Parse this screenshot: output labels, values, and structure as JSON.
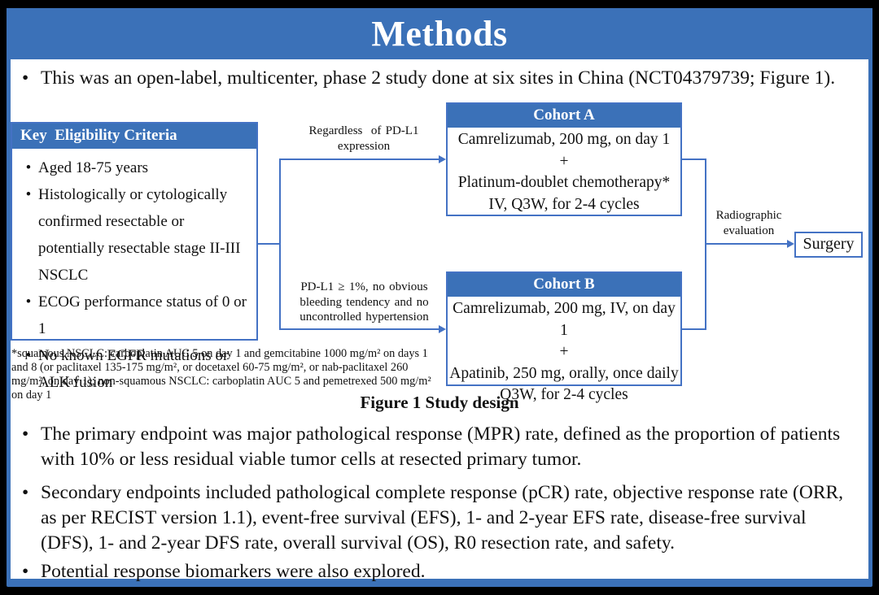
{
  "colors": {
    "accent_blue": "#3b71b8",
    "line_blue": "#4472c4"
  },
  "slide": {
    "title": "Methods",
    "intro_bullet": "This was an open-label, multicenter, phase 2 study done at six sites in China (NCT04379739; Figure 1)."
  },
  "figure": {
    "caption": "Figure 1 Study design",
    "eligibility": {
      "header": "Key  Eligibility Criteria",
      "items": [
        "Aged 18-75 years",
        "Histologically or cytologically confirmed resectable or potentially resectable stage II-III NSCLC",
        "ECOG performance status of 0 or 1",
        "No known EGFR mutations or ALK fusion"
      ]
    },
    "branch_labels": {
      "top": "Regardless  of PD-L1\nexpression",
      "bottom": "PD-L1 ≥ 1%, no obvious\nbleeding tendency and no\nuncontrolled hypertension"
    },
    "cohort_a": {
      "header": "Cohort A",
      "lines": [
        "Camrelizumab, 200 mg, on day 1",
        "+",
        "Platinum-doublet chemotherapy*",
        "IV, Q3W, for 2-4 cycles"
      ]
    },
    "cohort_b": {
      "header": "Cohort B",
      "lines": [
        "Camrelizumab, 200 mg, IV, on day 1",
        "+",
        "Apatinib, 250 mg, orally, once daily",
        "Q3W, for 2-4 cycles"
      ]
    },
    "evaluation_label": "Radiographic\nevaluation",
    "surgery_label": "Surgery",
    "footnote": "*squamous NSCLC: carboplatin AUC 5 on day 1 and gemcitabine 1000 mg/m² on days 1 and 8 (or paclitaxel 135-175 mg/m², or docetaxel 60-75 mg/m², or nab-paclitaxel 260 mg/m², on day 1); non-squamous NSCLC: carboplatin AUC 5 and pemetrexed 500 mg/m² on day 1"
  },
  "bullets": [
    "The primary endpoint was major pathological response (MPR) rate, defined as the proportion of patients with 10% or less residual viable tumor cells at resected primary tumor.",
    "Secondary endpoints included pathological complete response (pCR) rate, objective response rate (ORR, as per RECIST version 1.1), event-free survival (EFS), 1- and 2-year EFS rate, disease-free survival (DFS), 1- and 2-year DFS rate, overall survival (OS), R0 resection rate, and safety.",
    "Potential response biomarkers were also explored."
  ]
}
